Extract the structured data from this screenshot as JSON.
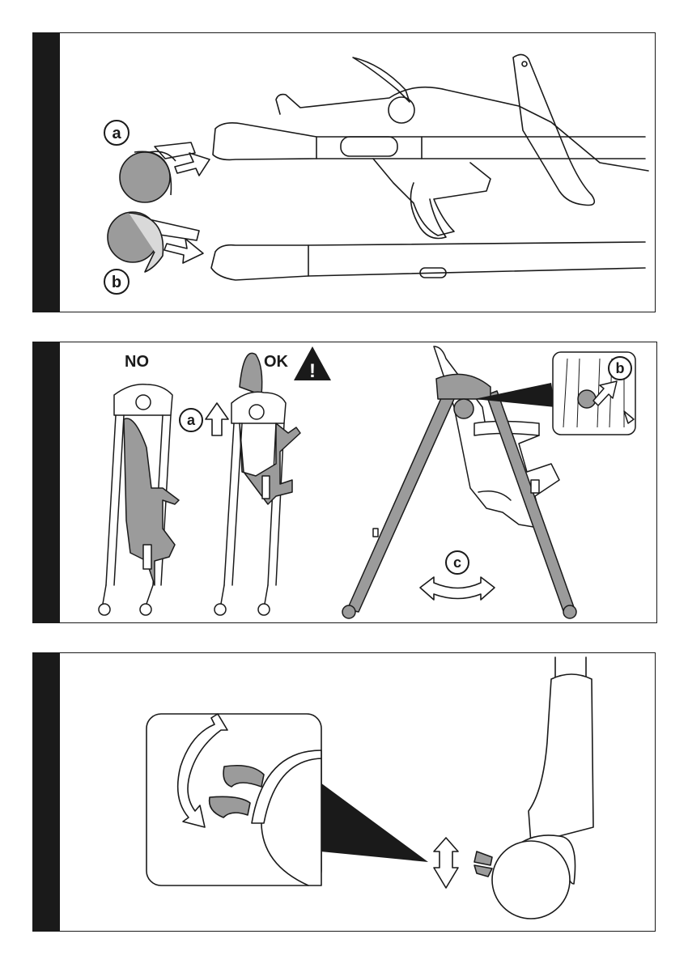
{
  "colors": {
    "ink": "#1a1a1a",
    "panel_bar": "#1a1a1a",
    "component_fill": "#9b9b9b",
    "light_fill": "#d9d9d9",
    "background": "#ffffff"
  },
  "steps": [
    {
      "labels": {
        "a": "a",
        "b": "b"
      }
    },
    {
      "labels": {
        "no": "NO",
        "ok": "OK",
        "a": "a",
        "b": "b",
        "c": "c",
        "warning": "!"
      }
    },
    {
      "labels": {}
    }
  ]
}
